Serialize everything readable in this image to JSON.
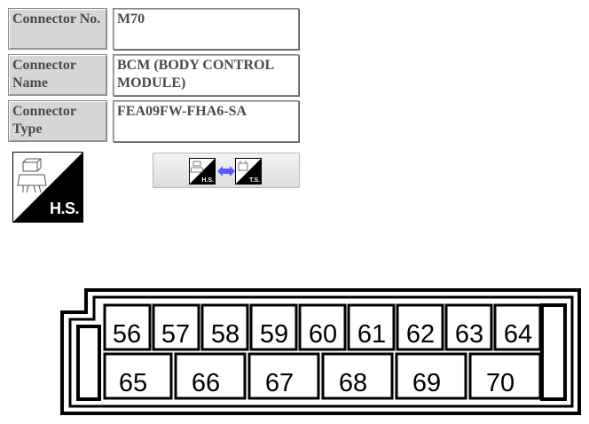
{
  "info": {
    "connector_no_label": "Connector No.",
    "connector_no_value": "M70",
    "connector_name_label": "Connector Name",
    "connector_name_value": "BCM (BODY CONTROL MODULE)",
    "connector_type_label": "Connector Type",
    "connector_type_value": "FEA09FW-FHA6-SA"
  },
  "view_icon": {
    "label": "H.S.",
    "icon": "harness-side-connector-icon"
  },
  "toggle": {
    "left_label": "H.S.",
    "right_label": "T.S.",
    "arrow_icon": "swap-arrow-icon",
    "arrow_color": "#5a5aff"
  },
  "connector": {
    "top_row": [
      "56",
      "57",
      "58",
      "59",
      "60",
      "61",
      "62",
      "63",
      "64"
    ],
    "bottom_row": [
      "65",
      "66",
      "67",
      "68",
      "69",
      "70"
    ]
  }
}
